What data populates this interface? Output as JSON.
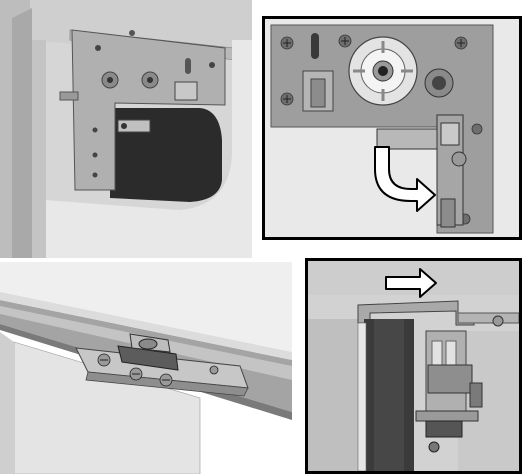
{
  "figure": {
    "panel_count": 4,
    "panels": [
      {
        "id": "mounting-plate-corner",
        "frame": false
      },
      {
        "id": "roller-plate-detail",
        "frame": true,
        "frame_color": "#000000"
      },
      {
        "id": "rail-clip",
        "frame": false
      },
      {
        "id": "carriage-cross-section",
        "frame": true,
        "frame_color": "#000000"
      }
    ]
  },
  "annotations": {
    "curved_arrow": {
      "icon": "curved-arrow-icon",
      "direction": "down-right",
      "fill": "#ffffff",
      "stroke": "#000000"
    },
    "straight_arrow": {
      "icon": "right-arrow-icon",
      "direction": "right",
      "fill": "#ffffff",
      "stroke": "#000000"
    }
  },
  "colors": {
    "metal_light": "#c9c9c9",
    "metal_mid": "#9a9a9a",
    "metal_dark": "#5f5f5f",
    "panel_white": "#e6e6e6",
    "panel_grey": "#b4b4b4",
    "dark_gap": "#2b2b2b"
  }
}
